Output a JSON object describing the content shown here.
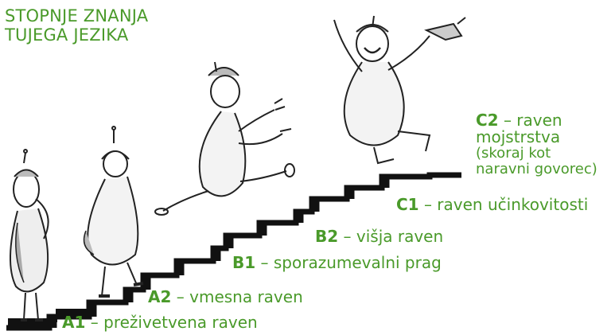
{
  "title": {
    "line1": "STOPNJE ZNANJA",
    "line2": "TUJEGA JEZIKA"
  },
  "levels": [
    {
      "code": "A1",
      "label": "– preživetvena raven"
    },
    {
      "code": "A2",
      "label": "– vmesna raven"
    },
    {
      "code": "B1",
      "label": "– sporazumevalni prag"
    },
    {
      "code": "B2",
      "label": "– višja raven"
    },
    {
      "code": "C1",
      "label": "– raven učinkovitosti"
    },
    {
      "code": "C2",
      "label": "– raven",
      "line2": "mojstrstva",
      "line3": "(skoraj kot",
      "line4": "naravni govorec)"
    }
  ],
  "colors": {
    "accent_green": "#4a9a2a",
    "stairs": "#111111"
  },
  "icons": [
    "staircase",
    "pear-figure-thinking",
    "pear-figure-walking",
    "pear-figure-running",
    "pear-figure-jumping"
  ]
}
